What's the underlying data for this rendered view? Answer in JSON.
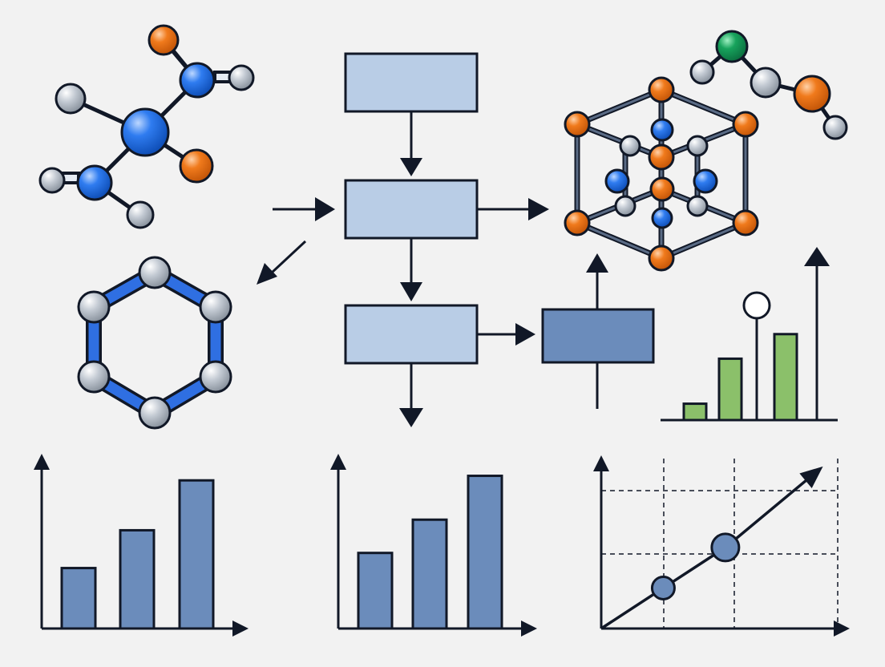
{
  "colors": {
    "background": "#f2f2f2",
    "ink": "#111827",
    "box_light": "#b9cde6",
    "box_dark": "#6b8cbb",
    "bar_blue": "#6b8cbb",
    "bar_green": "#8bc06a",
    "atom_blue": "#1e6fe0",
    "atom_orange": "#ee7417",
    "atom_grey": "#b4bcc7",
    "atom_green": "#14a05a",
    "ring_blue": "#2f6fe2",
    "point_fill": "#6b8cbb"
  },
  "icons": [
    "molecule-icon",
    "benzene-ring-icon",
    "crystal-lattice-icon",
    "molecule-chain-icon",
    "flowchart",
    "bar-chart",
    "line-chart"
  ],
  "chart_data": [
    {
      "type": "bar",
      "categories": [
        "",
        "",
        ""
      ],
      "values": [
        4,
        6.5,
        9.8
      ],
      "ylim": [
        0,
        10.5
      ],
      "grid": false,
      "legend": "none",
      "color": "#6b8cbb"
    },
    {
      "type": "bar",
      "categories": [
        "",
        "",
        ""
      ],
      "values": [
        5,
        7.2,
        10.1
      ],
      "ylim": [
        0,
        10.5
      ],
      "grid": false,
      "legend": "none",
      "color": "#6b8cbb"
    },
    {
      "type": "line",
      "x": [
        0,
        2.1,
        4.2,
        7.5
      ],
      "y": [
        0,
        1.5,
        3.0,
        6.0
      ],
      "marked_points": [
        1,
        2
      ],
      "xlim": [
        0,
        8
      ],
      "ylim": [
        0,
        6.5
      ],
      "grid": true,
      "legend": "none"
    },
    {
      "type": "bar",
      "categories": [
        "",
        "",
        ""
      ],
      "values": [
        2,
        7.5,
        10.5
      ],
      "lollipop": {
        "value": 14,
        "marker": "open-circle"
      },
      "ylim": [
        0,
        19
      ],
      "grid": false,
      "legend": "none",
      "color": "#8bc06a"
    }
  ]
}
